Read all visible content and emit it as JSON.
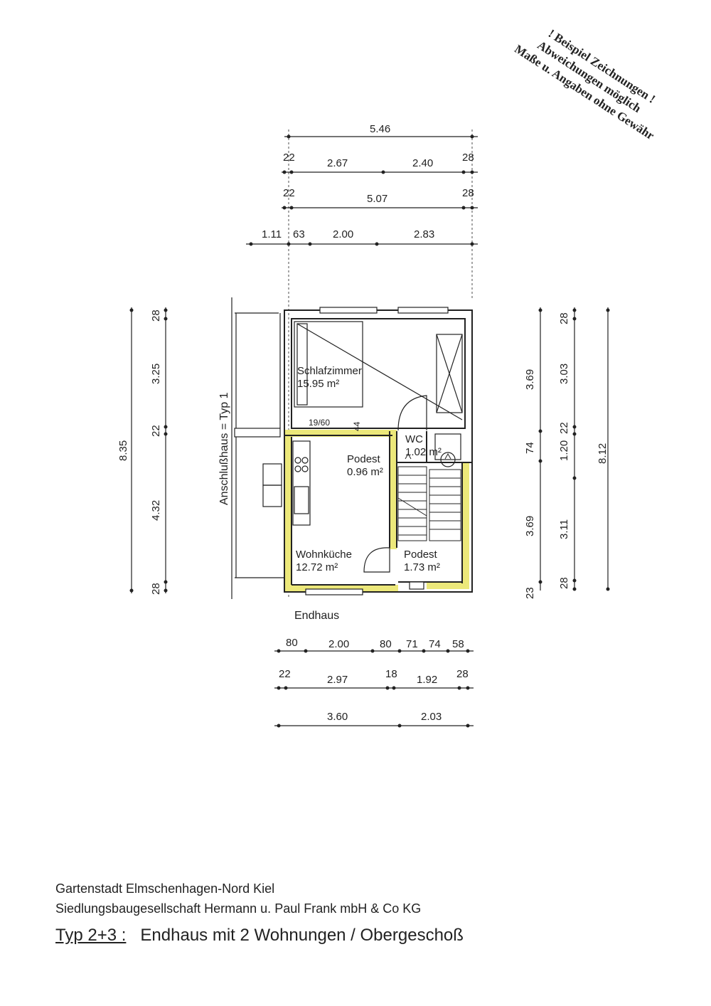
{
  "stamp": {
    "line1": "! Beispiel Zeichnungen !",
    "line2": "Abweichungen möglich",
    "line3": "Maße u. Angaben ohne Gewähr"
  },
  "dimensions": {
    "top_row1": [
      "5.46"
    ],
    "top_row2": [
      "22",
      "2.67",
      "2.40",
      "28"
    ],
    "top_row3": [
      "22",
      "5.07",
      "28"
    ],
    "top_row4": [
      "1.11",
      "63",
      "2.00",
      "2.83"
    ],
    "left_outer": "8.35",
    "left_inner": [
      "28",
      "3.25",
      "22",
      "4.32",
      "28"
    ],
    "right_a": [
      "3.69",
      "74",
      "3.69",
      "23"
    ],
    "right_b": [
      "28",
      "3.03",
      "22",
      "1.20",
      "3.11",
      "28"
    ],
    "right_c": "8.12",
    "bottom_row1": [
      "80",
      "2.00",
      "80",
      "71",
      "74",
      "58"
    ],
    "bottom_row2": [
      "22",
      "2.97",
      "18",
      "1.92",
      "28"
    ],
    "bottom_row3": [
      "3.60",
      "2.03"
    ]
  },
  "rooms": {
    "schlafzimmer": {
      "name": "Schlafzimmer",
      "area": "15.95 m²"
    },
    "podest1": {
      "name": "Podest",
      "area": "0.96 m²"
    },
    "wc": {
      "name": "WC",
      "area": "1.02 m²"
    },
    "wohnkueche": {
      "name": "Wohnküche",
      "area": "12.72 m²"
    },
    "podest2": {
      "name": "Podest",
      "area": "1.73 m²"
    }
  },
  "labels": {
    "door_size": "19/60",
    "small_dim": "44",
    "neighbor": "Anschlußhaus = Typ 1",
    "endhaus": "Endhaus"
  },
  "footer": {
    "line1": "Gartenstadt Elmschenhagen-Nord Kiel",
    "line2": "Siedlungsbaugesellschaft Hermann u. Paul Frank mbH & Co KG",
    "line3_type": "Typ 2+3 :",
    "line3_rest": "Endhaus mit 2 Wohnungen / Obergeschoß"
  },
  "colors": {
    "highlight": "#ece87a",
    "ink": "#222222"
  }
}
